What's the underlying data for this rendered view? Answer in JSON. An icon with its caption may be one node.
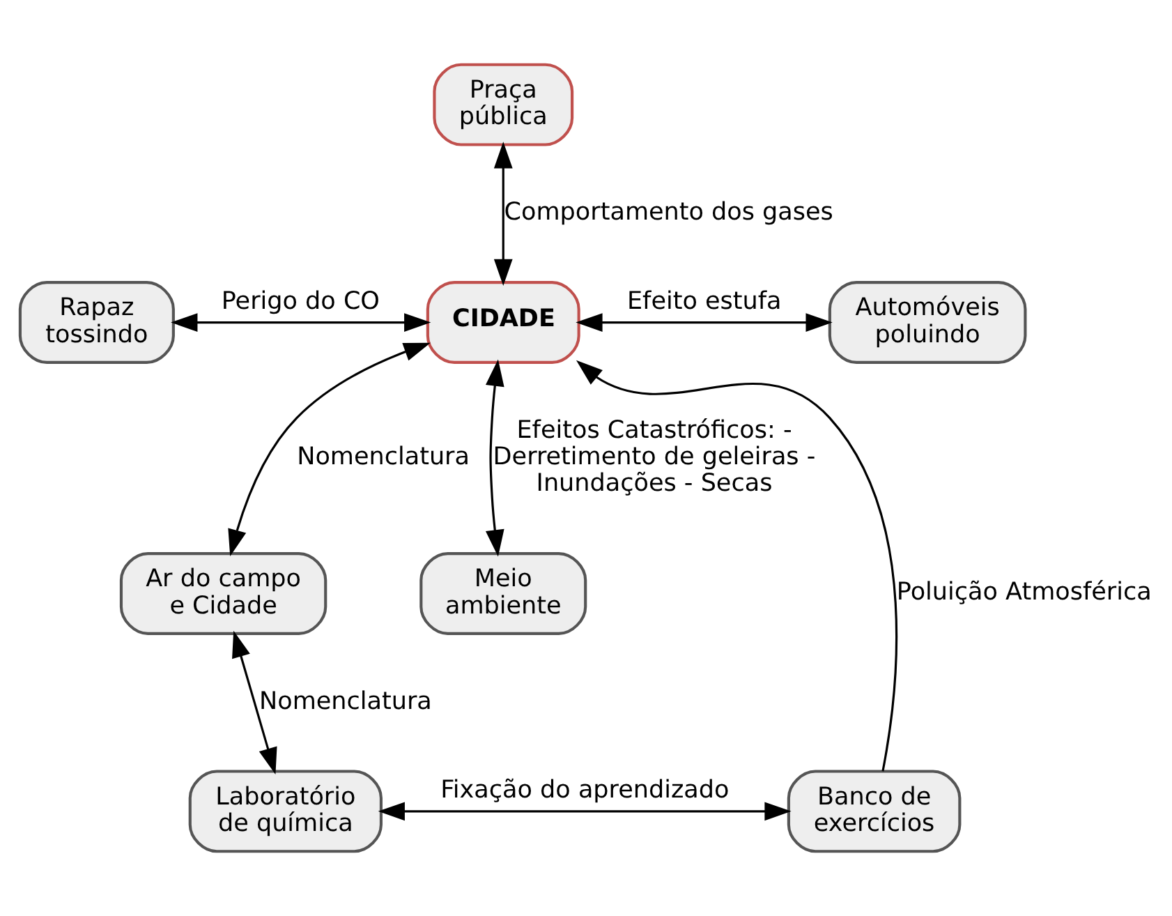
{
  "diagram": {
    "nodes": [
      {
        "text": [
          "Praça pública"
        ]
      },
      {
        "text": [
          "Rapaz tossindo"
        ]
      },
      {
        "text": [
          "CIDADE"
        ]
      },
      {
        "text": [
          "Automóveis poluindo"
        ]
      },
      {
        "text": [
          "Ar do campo e Cidade"
        ]
      },
      {
        "text": [
          "Meio ambiente"
        ]
      },
      {
        "text": [
          "Laboratório de química"
        ]
      },
      {
        "text": [
          "Banco de exercícios"
        ]
      }
    ],
    "edges": [
      {
        "from": 0,
        "to": 2,
        "arrow": "both",
        "label": "Comportamento dos gases"
      },
      {
        "from": 1,
        "to": 2,
        "arrow": "both",
        "label": "Perigo do CO"
      },
      {
        "from": 3,
        "to": 2,
        "arrow": "both",
        "label": "Efeito estufa"
      },
      {
        "from": 2,
        "to": 5,
        "arrow": "both",
        "label": "Efeitos Catastróficos: - Derretimento de geleiras - Inundações - Secas"
      },
      {
        "from": 2,
        "to": 4,
        "arrow": "both",
        "label": "Nomenclatura"
      },
      {
        "from": 4,
        "to": 6,
        "arrow": "both",
        "label": "Nomenclatura"
      },
      {
        "from": 6,
        "to": 7,
        "arrow": "both",
        "label": "Fixação do aprendizado"
      },
      {
        "from": 7,
        "to": 2,
        "arrow": "to",
        "label": "Poluição Atmosférica"
      }
    ]
  }
}
